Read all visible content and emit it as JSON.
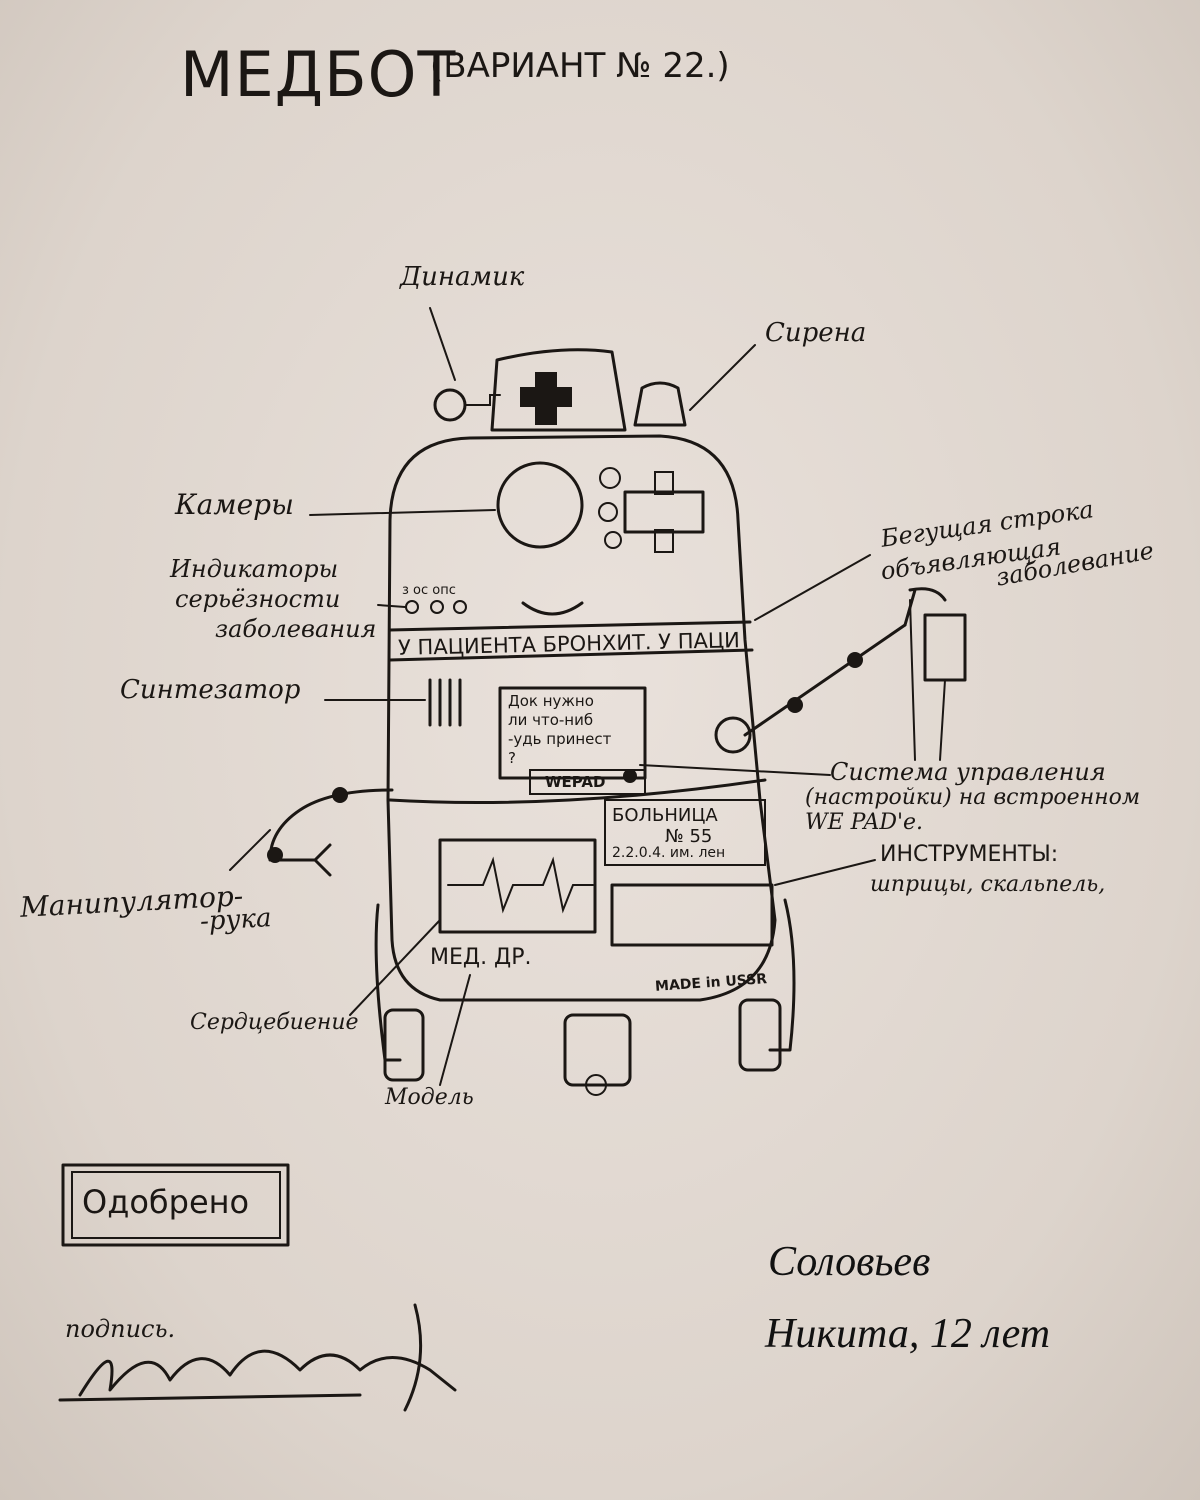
{
  "title": {
    "main": "МЕДБОТ",
    "variant": "(ВАРИАНТ № 22.)"
  },
  "labels": {
    "speaker": "Динамик",
    "siren": "Сирена",
    "cameras": "Камеры",
    "indicators_line1": "Индикаторы",
    "indicators_line2": "серьёзности",
    "indicators_line3": "заболевания",
    "ticker_line1": "Бегущая строка",
    "ticker_line2": "объявляющая",
    "ticker_line3": "заболевание",
    "synth": "Синтезатор",
    "control_line1": "Система управления",
    "control_line2": "(настройки) на встроенном",
    "control_line3": "WE PAD'е.",
    "tools_line1": "ИНСТРУМЕНТЫ:",
    "tools_line2": "шприцы, скальпель,",
    "arm_line1": "Манипулятор-",
    "arm_line2": "-рука",
    "heart": "Сердцебиение",
    "model": "Модель"
  },
  "robot": {
    "indicator_caption": "з ос опс",
    "ticker_text": "У ПАЦИЕНТА БРОНХИТ. У ПАЦИ",
    "screen_lines": [
      "Док нужно",
      "ли что-ниб",
      "-удь принест",
      "?"
    ],
    "screen_brand": "WEPAD",
    "hospital_line1": "БОЛЬНИЦА",
    "hospital_line2": "№ 55",
    "hospital_line3": "2.2.0.4. им. лен",
    "model_name": "МЕД. ДР.",
    "made_in": "MADE in USSR"
  },
  "stamp": {
    "text": "Одобрено"
  },
  "signature": {
    "label": "подпись."
  },
  "author": {
    "name": "Соловьев",
    "line2": "Никита, 12 лет"
  }
}
